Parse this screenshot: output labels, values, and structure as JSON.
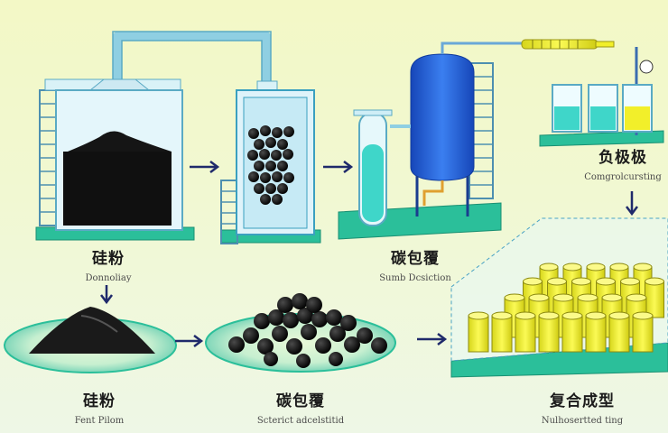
{
  "steps": [
    {
      "title": "硅粉",
      "subtitle": "Donnoliay"
    },
    {
      "title": "碳包覆",
      "subtitle": "Sumb Dcsiction"
    },
    {
      "title": "负极极",
      "subtitle": "Comgrolcursting"
    },
    {
      "title": "硅粉",
      "subtitle": "Fent Pilom"
    },
    {
      "title": "碳包覆",
      "subtitle": "Scterict adcelstitid"
    },
    {
      "title": "复合成型",
      "subtitle": "Nulhosertted ting"
    }
  ],
  "colors": {
    "liquid_cyan": "#3fd6c9",
    "tank_blue": "#1f5fd6",
    "pipe": "#aee3f0",
    "platform_green": "#2bbf9a",
    "cylinder_yellow": "#f2ef2a"
  }
}
